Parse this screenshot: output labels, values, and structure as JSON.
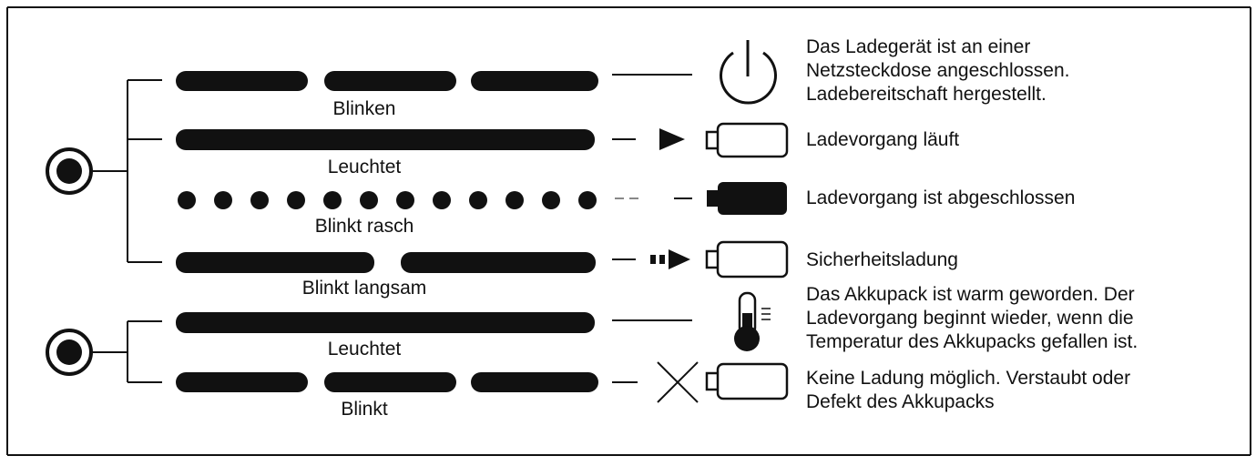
{
  "colors": {
    "ink": "#111111",
    "paper": "#ffffff"
  },
  "led_groups": [
    {
      "led_icon": "led-indicator-icon"
    },
    {
      "led_icon": "led-indicator-icon"
    }
  ],
  "rows": [
    {
      "pattern": "blink",
      "pattern_label": "Blinken",
      "connector": "solid-line",
      "status_icon": "power-icon",
      "description": [
        "Das Ladegerät ist an einer",
        "Netzsteckdose angeschlossen.",
        "Ladebereitschaft hergestellt."
      ]
    },
    {
      "pattern": "steady",
      "pattern_label": "Leuchtet",
      "connector": "arrow",
      "status_icon": "battery-empty-icon",
      "description": [
        "Ladevorgang läuft"
      ]
    },
    {
      "pattern": "fast-blink",
      "pattern_label": "Blinkt rasch",
      "connector": "dashed-line",
      "status_icon": "battery-full-icon",
      "description": [
        "Ladevorgang ist abgeschlossen"
      ]
    },
    {
      "pattern": "slow-blink",
      "pattern_label": "Blinkt langsam",
      "connector": "dotted-arrow",
      "status_icon": "battery-empty-icon",
      "description": [
        "Sicherheitsladung"
      ]
    },
    {
      "pattern": "steady",
      "pattern_label": "Leuchtet",
      "connector": "solid-line",
      "status_icon": "thermometer-icon",
      "description": [
        "Das Akkupack ist warm geworden. Der",
        "Ladevorgang beginnt wieder, wenn die",
        "Temperatur des Akkupacks gefallen ist."
      ]
    },
    {
      "pattern": "blink",
      "pattern_label": "Blinkt",
      "connector": "cross",
      "status_icon": "battery-empty-icon",
      "description": [
        "Keine Ladung möglich. Verstaubt oder",
        "Defekt des Akkupacks"
      ]
    }
  ]
}
